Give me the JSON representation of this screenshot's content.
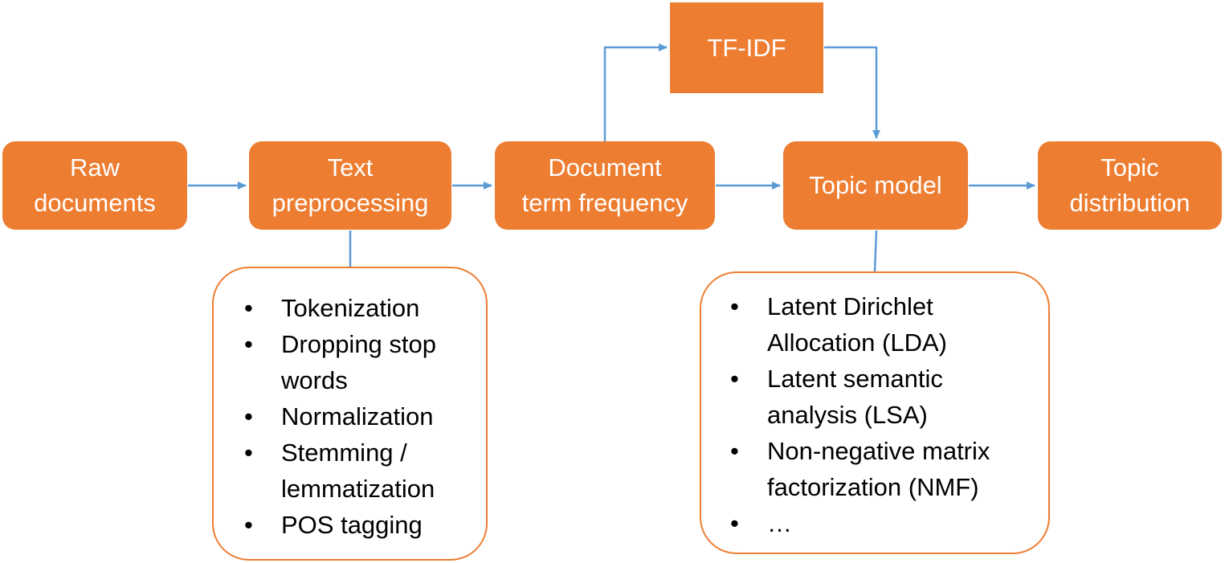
{
  "nodes": {
    "raw_documents": {
      "lines": [
        "Raw",
        "documents"
      ]
    },
    "text_preprocessing": {
      "lines": [
        "Text",
        "preprocessing"
      ]
    },
    "document_term_frequency": {
      "lines": [
        "Document",
        "term frequency"
      ]
    },
    "tfidf": {
      "label": "TF-IDF"
    },
    "topic_model": {
      "label": "Topic model"
    },
    "topic_distribution": {
      "lines": [
        "Topic",
        "distribution"
      ]
    }
  },
  "preprocessing_steps": [
    {
      "lines": [
        "Tokenization"
      ]
    },
    {
      "lines": [
        "Dropping stop",
        "words"
      ]
    },
    {
      "lines": [
        "Normalization"
      ]
    },
    {
      "lines": [
        "Stemming /",
        "lemmatization"
      ]
    },
    {
      "lines": [
        "POS tagging"
      ]
    }
  ],
  "topic_model_methods": [
    {
      "lines": [
        "Latent Dirichlet",
        "Allocation (LDA)"
      ]
    },
    {
      "lines": [
        "Latent semantic",
        "analysis (LSA)"
      ]
    },
    {
      "lines": [
        "Non-negative matrix",
        "factorization (NMF)"
      ]
    },
    {
      "lines": [
        "…"
      ]
    }
  ],
  "bullet_symbol": "•",
  "colors": {
    "node_fill": "#ED7D31",
    "node_text": "#FFFFFF",
    "connector": "#5B9BD5",
    "panel_border": "#ED7D31"
  }
}
